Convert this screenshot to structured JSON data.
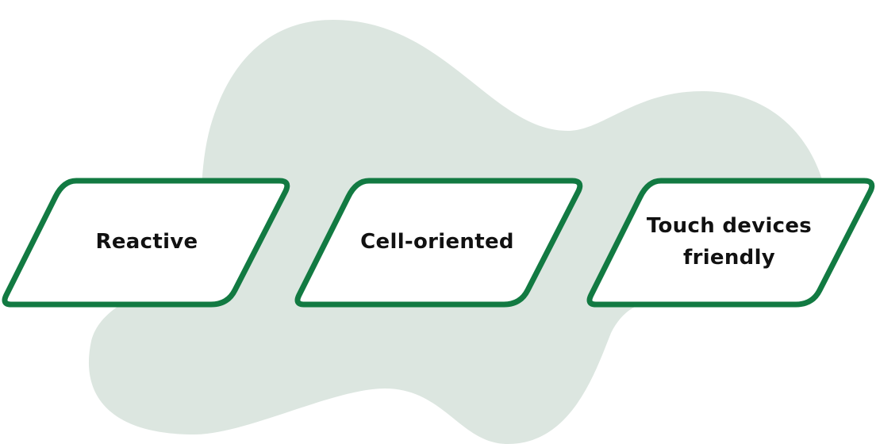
{
  "colors": {
    "background": "#ffffff",
    "blob": "#dce6e0",
    "border": "#127a42",
    "card_fill": "#ffffff",
    "text": "#111111"
  },
  "cards": [
    {
      "lines": [
        "Reactive"
      ]
    },
    {
      "lines": [
        "Cell-oriented"
      ]
    },
    {
      "lines": [
        "Touch devices",
        "friendly"
      ]
    }
  ]
}
